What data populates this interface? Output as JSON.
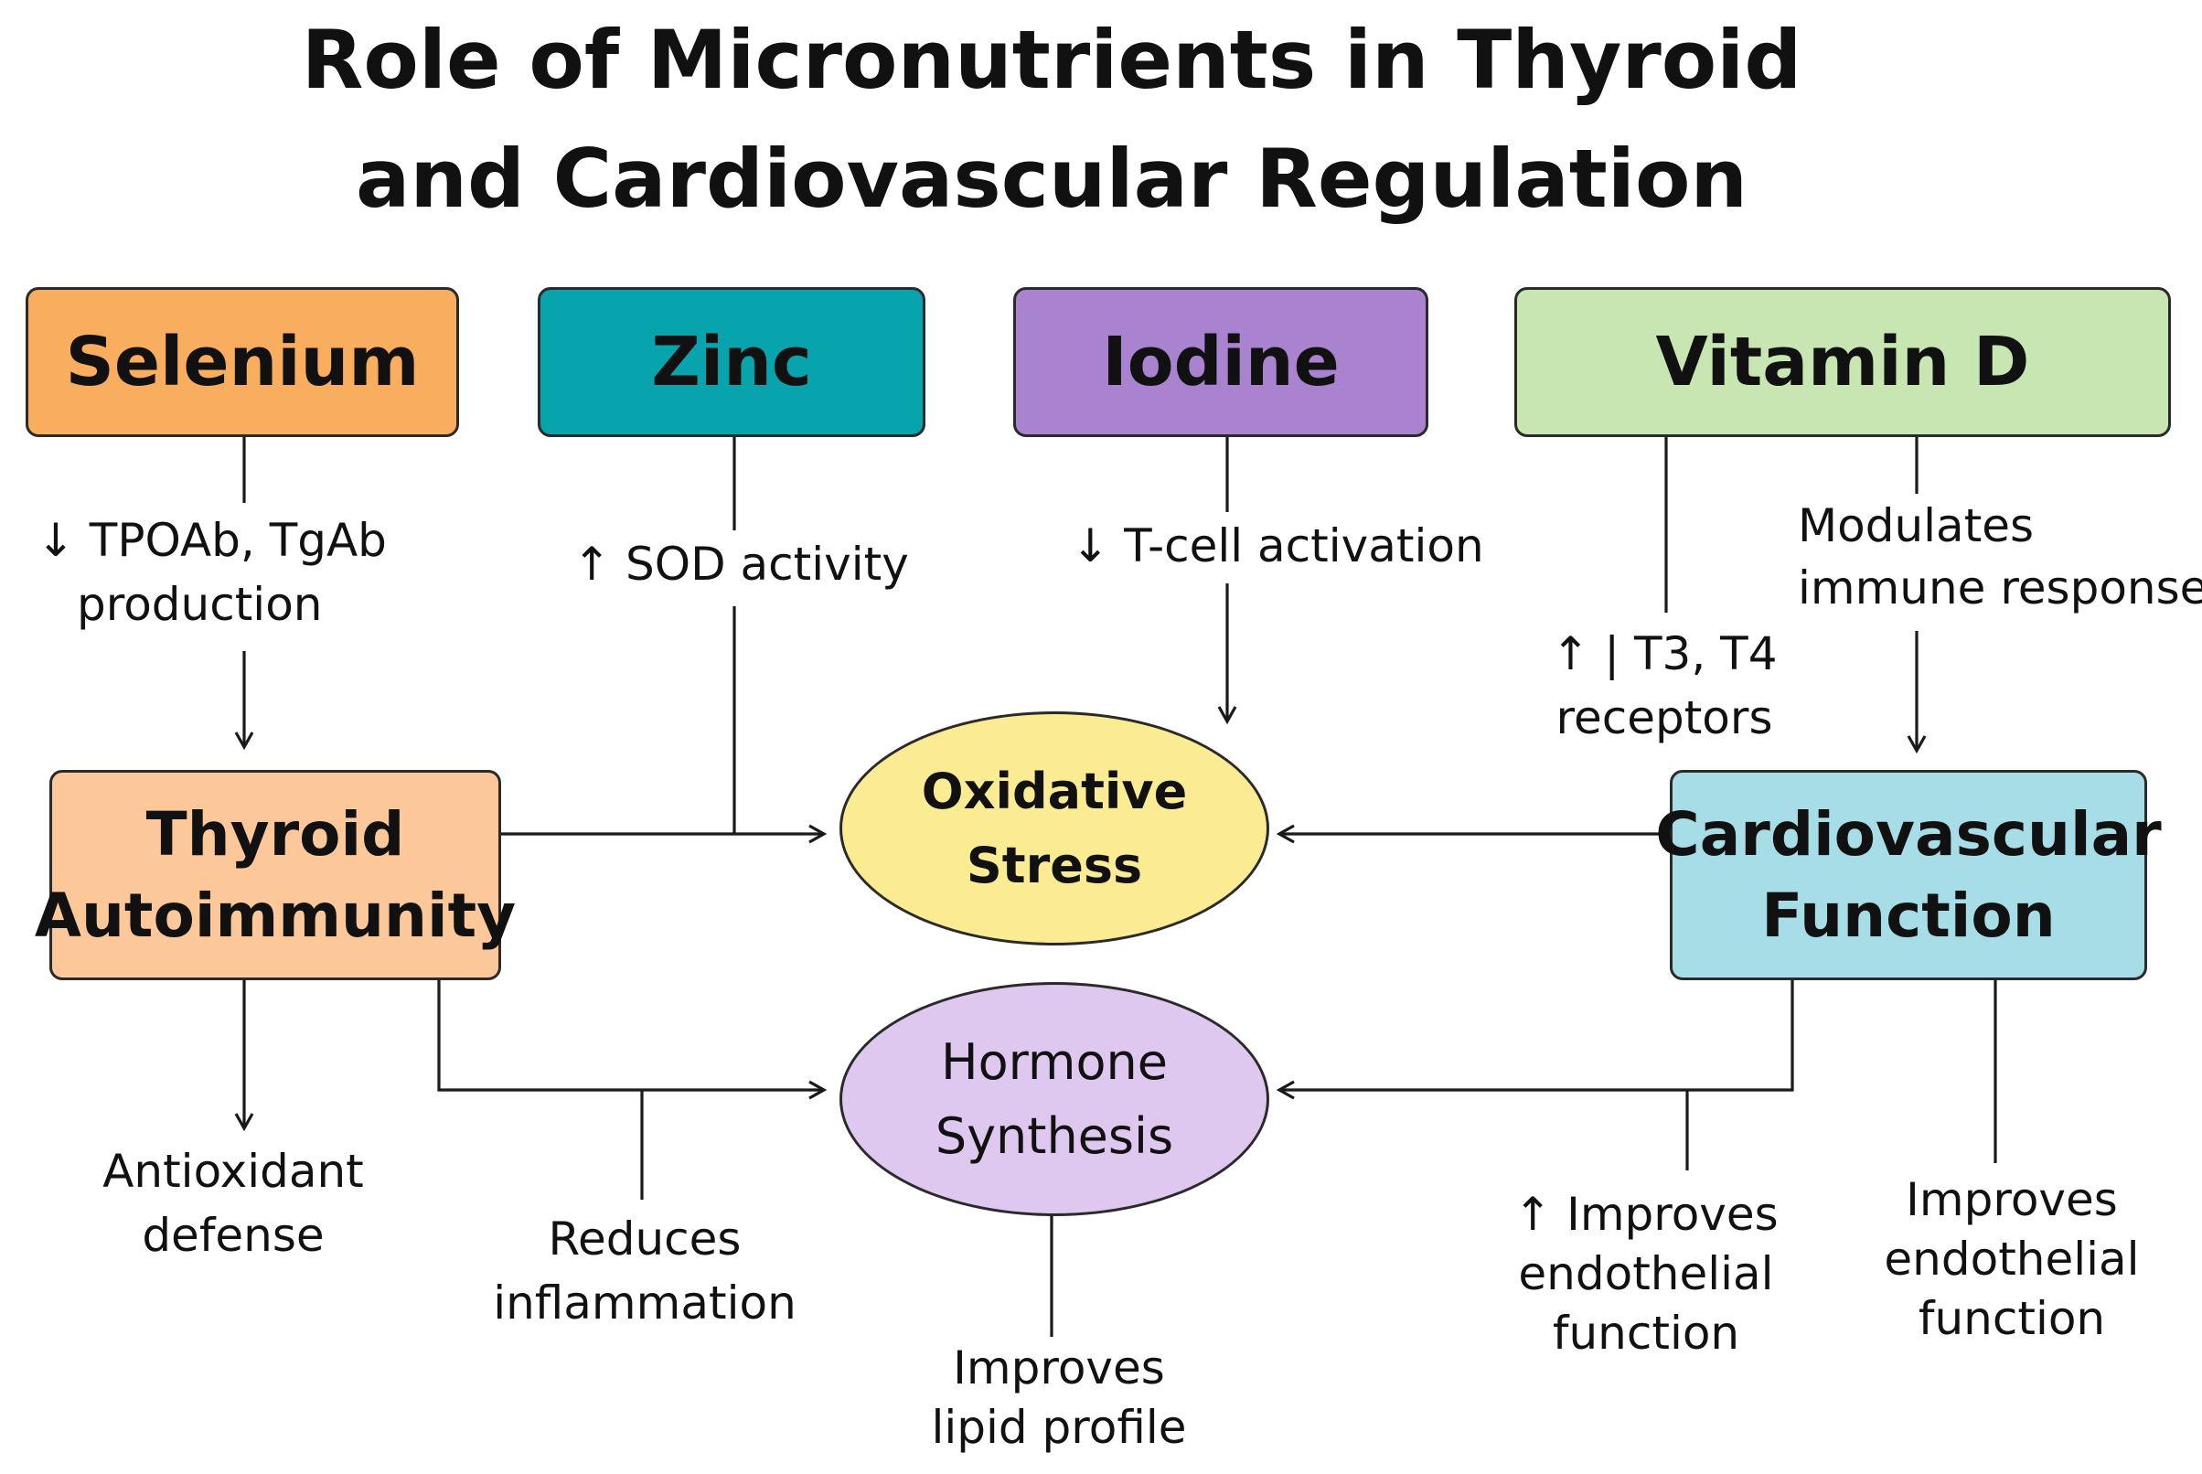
{
  "title": {
    "line1": "Role of Micronutrients in Thyroid",
    "line2": "and Cardiovascular Regulation"
  },
  "nutrients": {
    "selenium": "Selenium",
    "zinc": "Zinc",
    "iodine": "Iodine",
    "vitamin_d": "Vitamin D"
  },
  "nodes": {
    "thyroid_autoimmunity": [
      "Thyroid",
      "Autoimmunity"
    ],
    "cardiovascular_function": [
      "Cardiovascular",
      "Function"
    ],
    "oxidative_stress": [
      "Oxidative",
      "Stress"
    ],
    "hormone_synthesis": [
      "Hormone",
      "Synthesis"
    ]
  },
  "labels": {
    "selenium_effect": [
      "↓ TPOAb, TgAb",
      "production"
    ],
    "zinc_effect": "↑ SOD activity",
    "iodine_effect": "↓ T-cell activation",
    "vitd_receptors": [
      "↑ | T3,  T4",
      "receptors"
    ],
    "vitd_immune": [
      "Modulates",
      "immune response"
    ],
    "antioxidant_defense": [
      "Antioxidant",
      "defense"
    ],
    "reduces_inflammation": [
      "Reduces",
      "inflammation"
    ],
    "improves_lipid": [
      "Improves",
      "lipid profile"
    ],
    "improves_endothelial_1": [
      "↑ Improves",
      "endothelial",
      "function"
    ],
    "improves_endothelial_2": [
      "Improves",
      "endothelial",
      "function"
    ]
  },
  "colors": {
    "selenium": "#f9ad5e",
    "zinc": "#08a4ae",
    "iodine": "#a983cf",
    "vitamin_d": "#c8e6b2",
    "thyroid_autoimmunity": "#fcc89a",
    "cardiovascular_function": "#a7dde6",
    "oxidative_stress": "#fbeb92",
    "hormone_synthesis": "#dfc8ef",
    "line": "#1a1a1a"
  }
}
